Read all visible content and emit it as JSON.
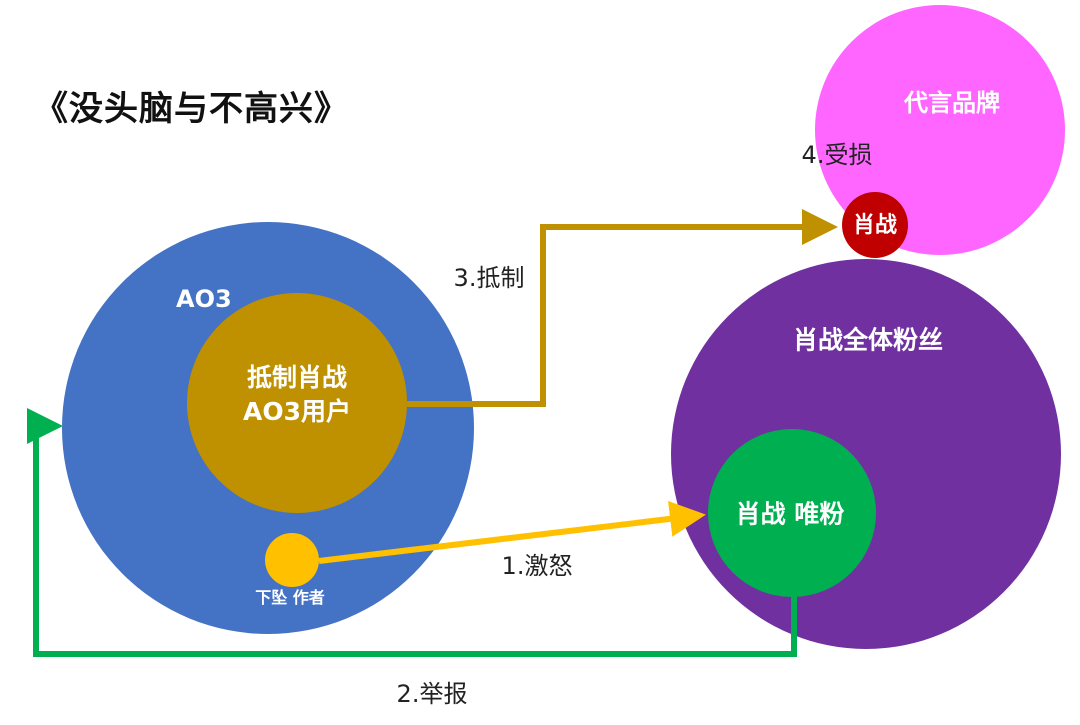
{
  "title": "《没头脑与不高兴》",
  "circles": {
    "ao3": "AO3",
    "boycott_users_line1": "抵制肖战",
    "boycott_users_line2": "AO3用户",
    "fallen_author": "下坠 作者",
    "brand": "代言品牌",
    "xiaozhan": "肖战",
    "all_fans": "肖战全体粉丝",
    "solo_fans": "肖战 唯粉"
  },
  "arrows": {
    "anger": "1.激怒",
    "report": "2.举报",
    "boycott": "3.抵制",
    "damaged": "4.受损"
  },
  "colors": {
    "ao3_blue": "#4472c4",
    "boycott_gold": "#bf9000",
    "author_yellow": "#ffc000",
    "brand_pink": "#ff66ff",
    "xiaozhan_red": "#c00000",
    "fans_purple": "#7030a0",
    "solo_green": "#00b050"
  }
}
